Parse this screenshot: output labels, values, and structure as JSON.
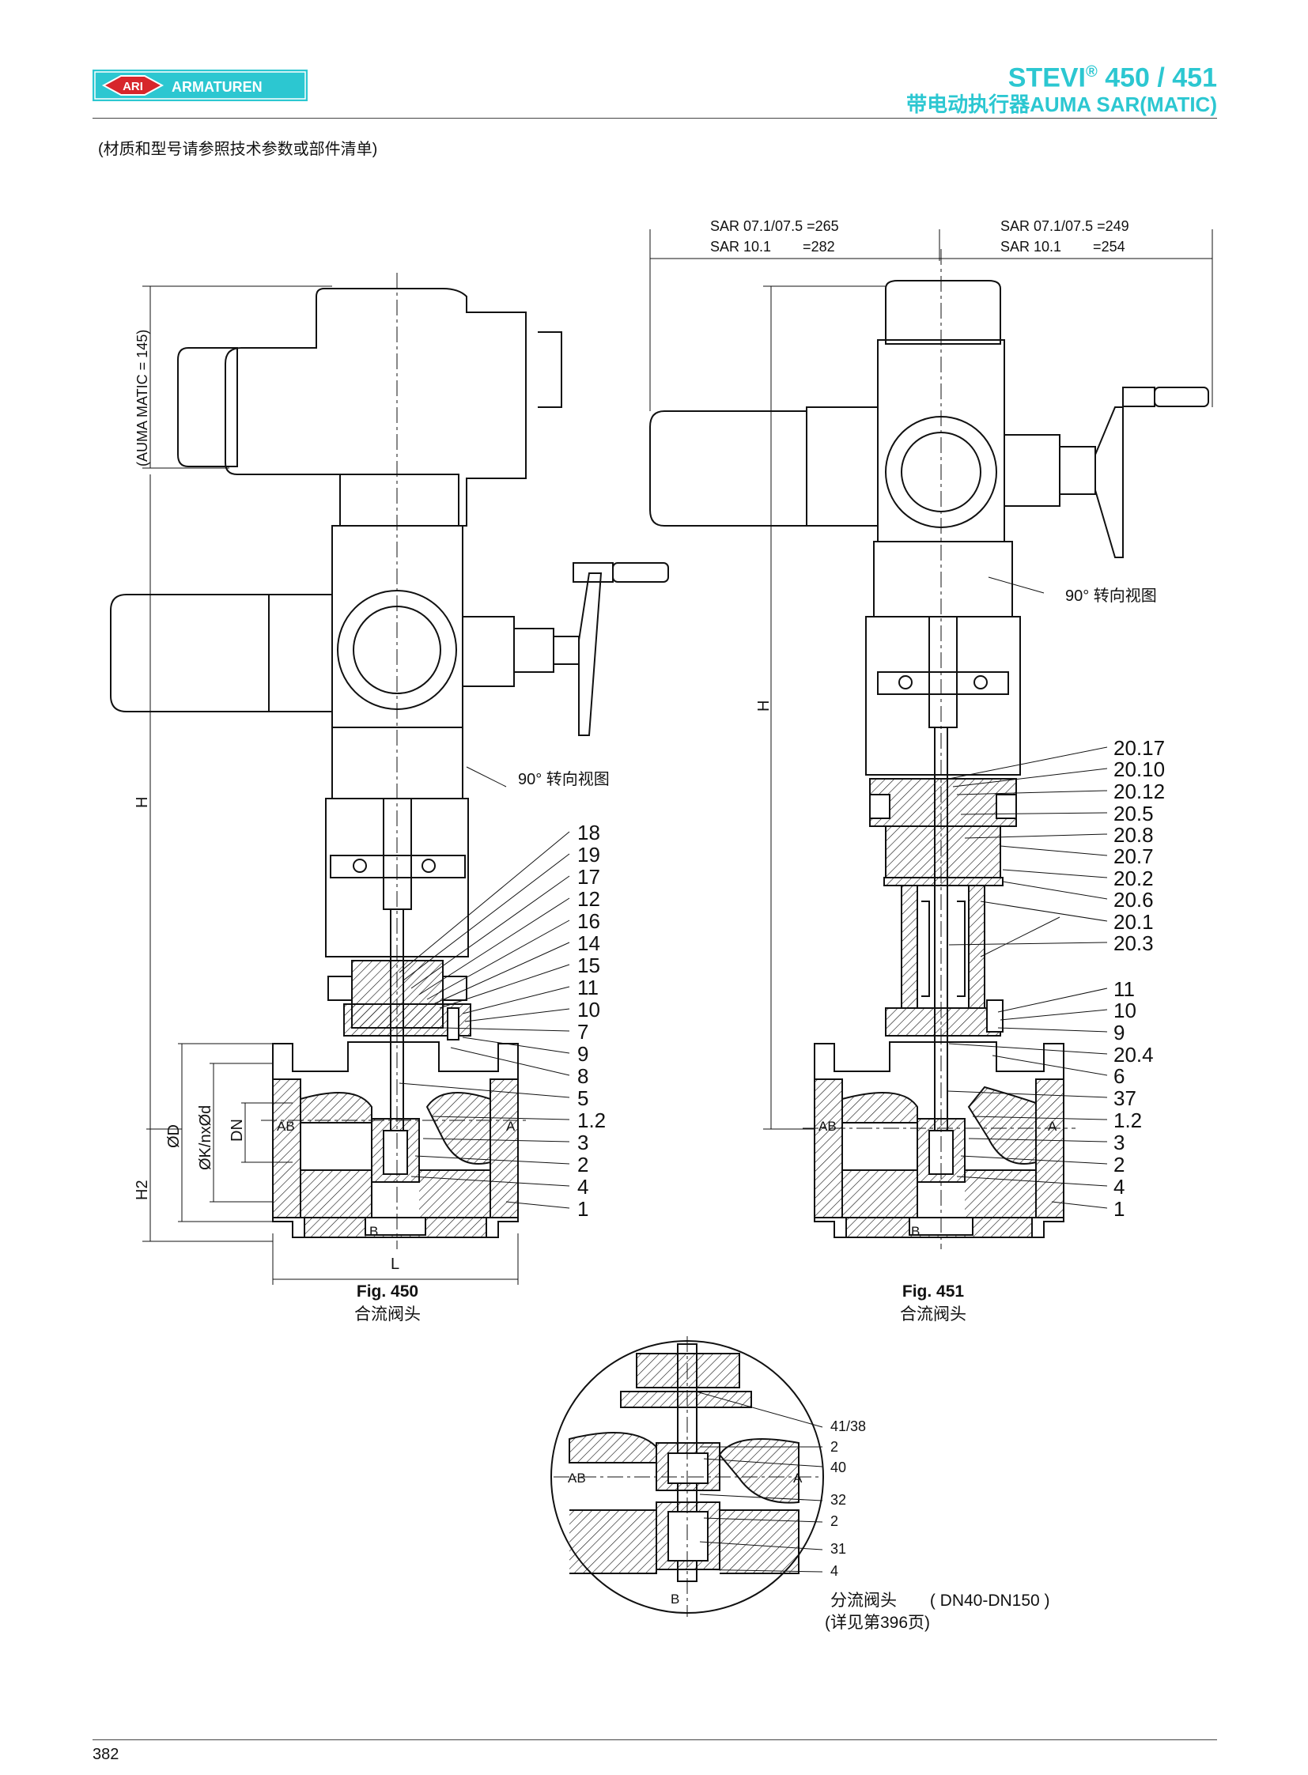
{
  "header": {
    "logo_badge": "ARI",
    "logo_text": "ARMATUREN",
    "title_line1_main": "STEVI",
    "title_line1_reg": "®",
    "title_line1_rest": " 450 / 451",
    "title_line2": "带电动执行器AUMA SAR(MATIC)",
    "accent_color": "#2cc7d1"
  },
  "note": "(材质和型号请参照技术参数或部件清单)",
  "fig450": {
    "label": "Fig. 450",
    "subtitle": "合流阀头",
    "view_note": "90° 转向视图",
    "dim_auma": "(AUMA MATIC = 145)",
    "dim_H": "H",
    "dim_H2": "H2",
    "dim_L": "L",
    "dim_D": "ØD",
    "dim_K": "ØK/nxØd",
    "dim_DN": "DN",
    "port_AB": "AB",
    "port_A": "A",
    "port_B": "B",
    "parts": [
      "18",
      "19",
      "17",
      "12",
      "16",
      "14",
      "15",
      "11",
      "10",
      "7",
      "9",
      "8",
      "5",
      "1.2",
      "3",
      "2",
      "4",
      "1"
    ]
  },
  "fig451": {
    "label": "Fig. 451",
    "subtitle": "合流阀头",
    "view_note": "90° 转向视图",
    "dim_left_1": "SAR 07.1/07.5 =265",
    "dim_left_2": "SAR 10.1        =282",
    "dim_right_1": "SAR 07.1/07.5 =249",
    "dim_right_2": "SAR 10.1        =254",
    "dim_H": "H",
    "port_AB": "AB",
    "port_A": "A",
    "port_B": "B",
    "parts": [
      "20.17",
      "20.10",
      "20.12",
      "20.5",
      "20.8",
      "20.7",
      "20.2",
      "20.6",
      "20.1",
      "20.3",
      "11",
      "10",
      "9",
      "20.4",
      "6",
      "37",
      "1.2",
      "3",
      "2",
      "4",
      "1"
    ]
  },
  "detail": {
    "parts": [
      "41/38",
      "2",
      "40",
      "32",
      "2",
      "31",
      "4"
    ],
    "port_AB": "AB",
    "port_A": "A",
    "port_B": "B",
    "caption_1": "分流阀头",
    "caption_range": "( DN40-DN150 )",
    "caption_2": "(详见第396页)"
  },
  "footer": {
    "page_number": "382"
  }
}
